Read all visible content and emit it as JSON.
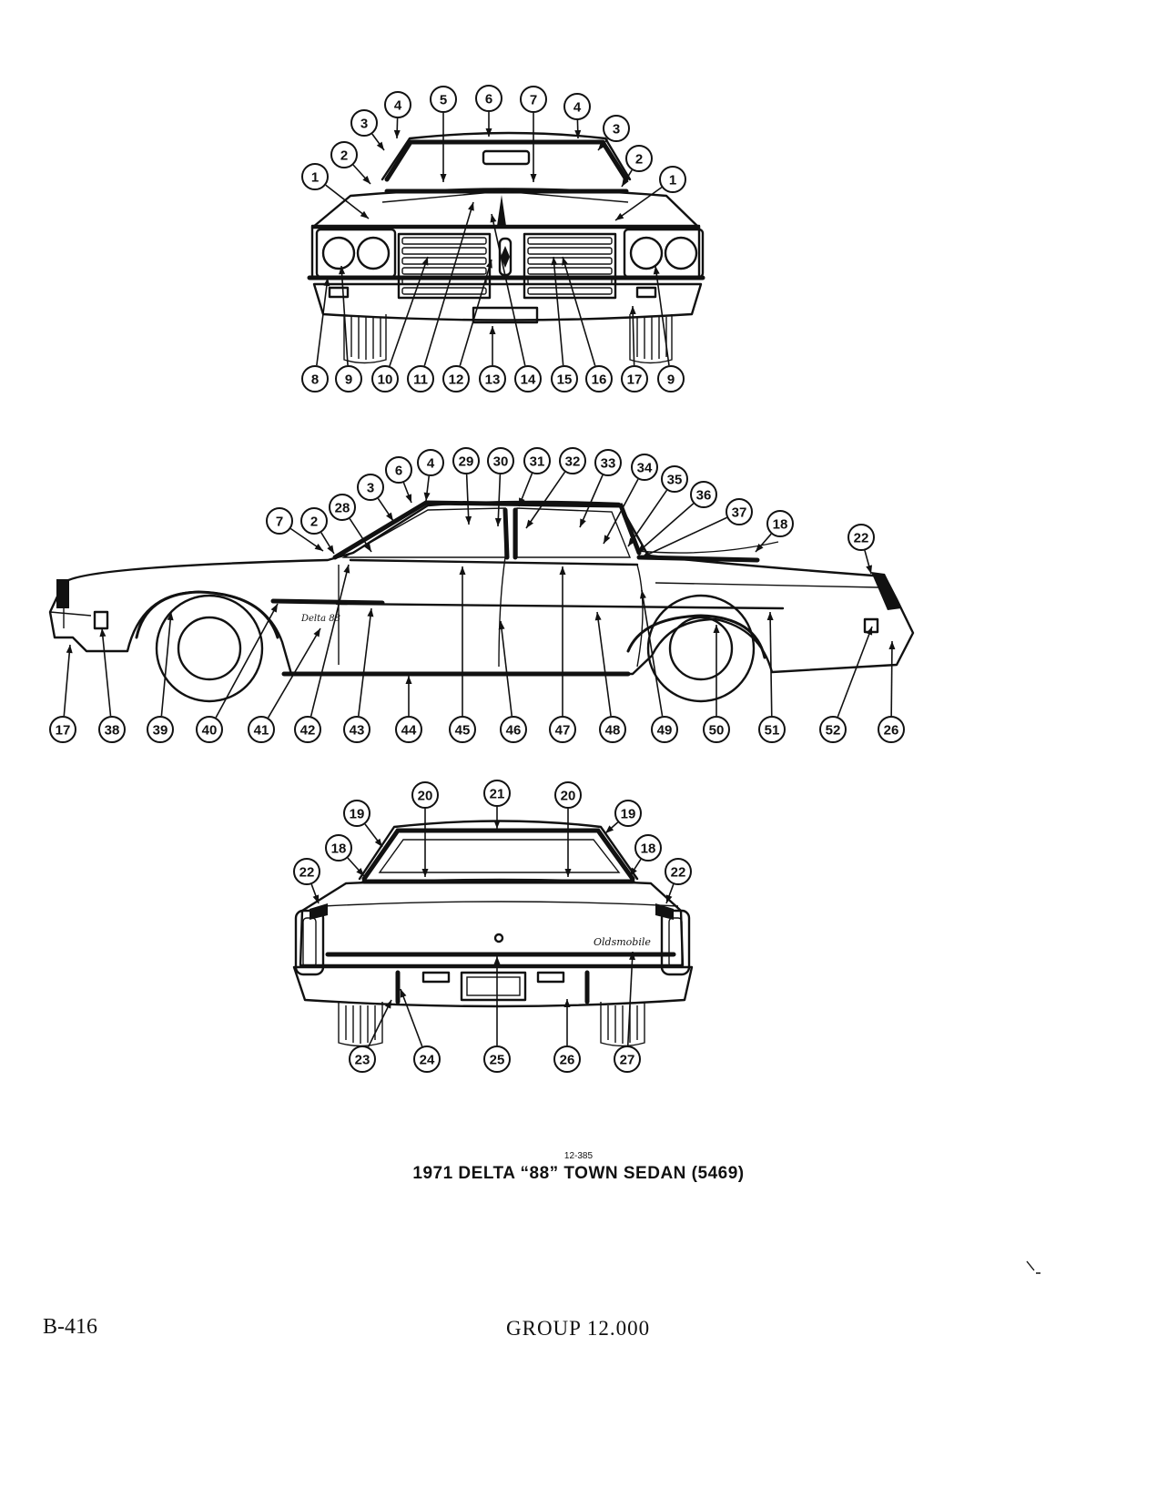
{
  "figure": {
    "number": "12-385",
    "title": "1971 DELTA “88” TOWN SEDAN (5469)"
  },
  "footer": {
    "page": "B-416",
    "group": "GROUP 12.000"
  },
  "views": {
    "front": {
      "callouts": [
        "1",
        "2",
        "3",
        "4",
        "5",
        "6",
        "7",
        "4",
        "3",
        "2",
        "1",
        "8",
        "9",
        "10",
        "11",
        "12",
        "13",
        "14",
        "15",
        "16",
        "17",
        "9"
      ]
    },
    "side": {
      "callouts": [
        "7",
        "2",
        "28",
        "3",
        "6",
        "4",
        "29",
        "30",
        "31",
        "32",
        "33",
        "34",
        "35",
        "36",
        "37",
        "18",
        "22",
        "17",
        "38",
        "39",
        "40",
        "41",
        "42",
        "43",
        "44",
        "45",
        "46",
        "47",
        "48",
        "49",
        "50",
        "51",
        "52",
        "26"
      ],
      "script_badge": "Delta 88"
    },
    "rear": {
      "callouts": [
        "19",
        "20",
        "21",
        "20",
        "19",
        "18",
        "18",
        "22",
        "22",
        "23",
        "24",
        "25",
        "26",
        "27"
      ],
      "script_badge": "Oldsmobile"
    }
  }
}
